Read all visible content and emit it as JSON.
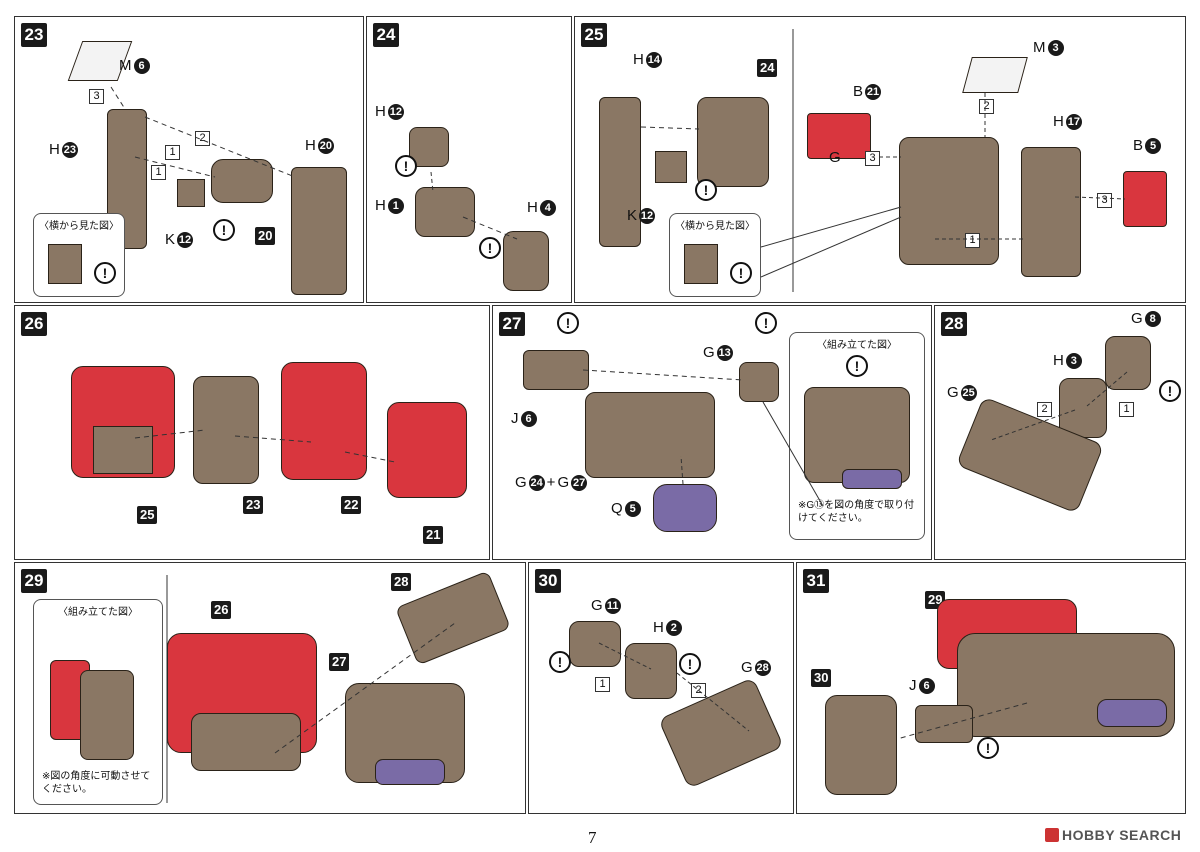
{
  "page_number": "7",
  "watermark": "HOBBY SEARCH",
  "callouts": {
    "side_view": "〈横から見た図〉",
    "assembled_view": "〈組み立てた図〉"
  },
  "steps": {
    "s23": {
      "number": "23",
      "labels": [
        "M",
        "6",
        "H",
        "23",
        "H",
        "20",
        "K",
        "12",
        "20"
      ],
      "seq": [
        "3",
        "2",
        "1",
        "1"
      ]
    },
    "s24": {
      "number": "24",
      "labels": [
        "H",
        "12",
        "H",
        "1",
        "H",
        "4"
      ]
    },
    "s25": {
      "number": "25",
      "labels": [
        "H",
        "14",
        "24",
        "K",
        "12",
        "M",
        "3",
        "B",
        "21",
        "G",
        "H",
        "17",
        "B",
        "5"
      ],
      "seq": [
        "2",
        "3",
        "3",
        "1"
      ]
    },
    "s26": {
      "number": "26",
      "subs": [
        "25",
        "23",
        "22",
        "21"
      ]
    },
    "s27": {
      "number": "27",
      "labels": [
        "J",
        "6",
        "G",
        "13",
        "G",
        "24",
        "+",
        "G",
        "27",
        "Q",
        "5"
      ],
      "note": "※G⑬を図の角度で取り付けてください。"
    },
    "s28": {
      "number": "28",
      "labels": [
        "G",
        "8",
        "H",
        "3",
        "G",
        "25"
      ],
      "seq": [
        "2",
        "1"
      ]
    },
    "s29": {
      "number": "29",
      "subs": [
        "26",
        "27",
        "28"
      ],
      "note": "※図の角度に可動させてください。"
    },
    "s30": {
      "number": "30",
      "labels": [
        "G",
        "11",
        "H",
        "2",
        "G",
        "28"
      ],
      "seq": [
        "1",
        "2"
      ]
    },
    "s31": {
      "number": "31",
      "subs": [
        "29",
        "30"
      ],
      "labels": [
        "J",
        "6"
      ]
    }
  },
  "colors": {
    "brown": "#8a7764",
    "red": "#d9363e",
    "purple": "#7a6ba6"
  }
}
